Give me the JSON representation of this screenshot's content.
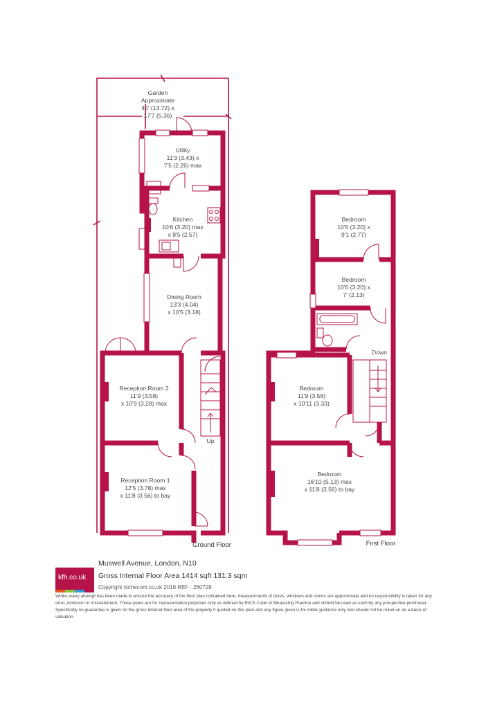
{
  "colors": {
    "wall": "#b5134a",
    "label": "#444444",
    "room_fill": "#ffffff"
  },
  "garden": {
    "title": "Garden",
    "line1": "Approximate",
    "line2": "45' (13.72) x",
    "line3": "17'7 (5.36)"
  },
  "ground_floor": {
    "label": "Ground Floor",
    "up_label": "Up",
    "utility": {
      "name": "Utility",
      "dim1": "11'3 (3.43) x",
      "dim2": "7'5 (2.26) max"
    },
    "kitchen": {
      "name": "Kitchen",
      "dim1": "10'6 (3.20) max",
      "dim2": "x 8'5 (2.57)"
    },
    "dining": {
      "name": "Dining Room",
      "dim1": "13'3 (4.04)",
      "dim2": "x 10'5 (3.18)"
    },
    "reception2": {
      "name": "Reception Room 2",
      "dim1": "11'9 (3.58)",
      "dim2": "x 10'9 (3.28) max"
    },
    "reception1": {
      "name": "Reception Room 1",
      "dim1": "12'5 (3.78) max",
      "dim2": "x 11'8 (3.56) to bay"
    }
  },
  "first_floor": {
    "label": "First Floor",
    "down_label": "Down",
    "bedroom_a": {
      "name": "Bedroom",
      "dim1": "10'6 (3.20) x",
      "dim2": "9'1 (2.77)"
    },
    "bedroom_b": {
      "name": "Bedroom",
      "dim1": "10'6 (3.20) x",
      "dim2": "7' (2.13)"
    },
    "bedroom_c": {
      "name": "Bedroom",
      "dim1": "11'9 (3.58)",
      "dim2": "x 10'11 (3.33)"
    },
    "bedroom_d": {
      "name": "Bedroom",
      "dim1": "16'10 (5.13) max",
      "dim2": "x 11'8 (3.56) to bay"
    }
  },
  "footer": {
    "logo_text": "kfh.co.uk",
    "logo_bar_colors": [
      "#e8541e",
      "#8cc63f",
      "#2e9ad6",
      "#b5134a"
    ],
    "address": "Muswell Avenue, London, N10",
    "area": "Gross Internal Floor Area 1414 sqft 131.3 sqm",
    "copyright": "Copyright nichecom.co.uk 2018 REF : 260728",
    "disclaimer": "Whilst every attempt has been made to ensure the accuracy of the floor plan contained here, measurements of doors, windows and rooms are approximate and no responsibility is taken for any error, omission or misstatement. These plans are for representation purposes only as defined by RICS Code of Measuring Practice and should be used as such by any prospective purchaser. Specifically no guarantee is given on the gross internal floor area of the property if quoted on this plan and any figure given is for initial guidance only and should not be relied on as a basis of valuation."
  }
}
